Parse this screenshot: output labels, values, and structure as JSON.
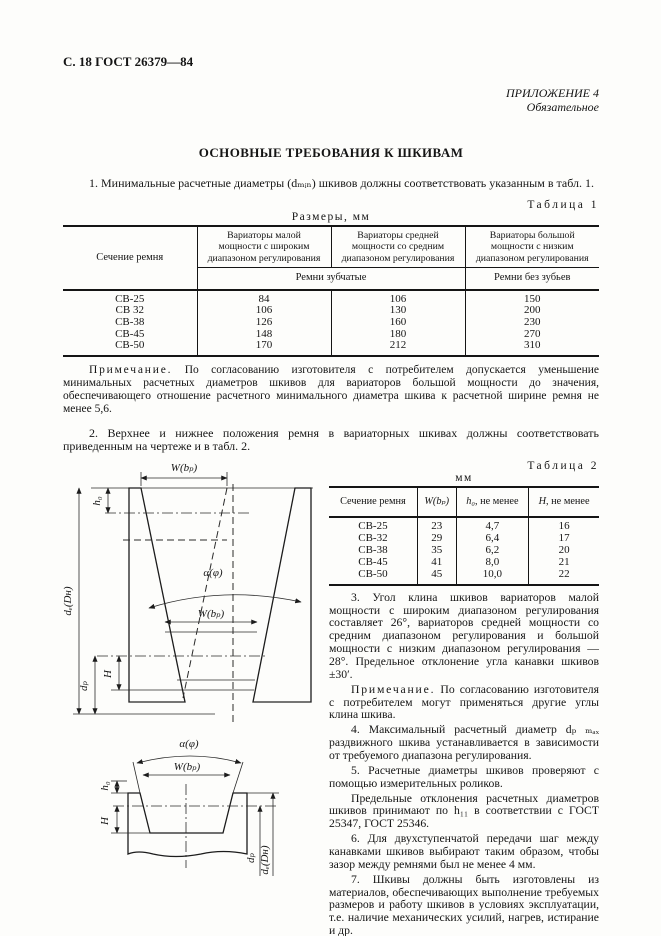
{
  "page": {
    "header": "С. 18 ГОСТ 26379—84",
    "appendix_label": "ПРИЛОЖЕНИЕ 4",
    "appendix_type": "Обязательное",
    "title": "ОСНОВНЫЕ ТРЕБОВАНИЯ К ШКИВАМ",
    "para1": "1. Минимальные расчетные диаметры (dₘᵢₙ) шкивов должны соответствовать указанным в табл. 1.",
    "para2": "2. Верхнее и нижнее положения ремня в вариаторных шкивах должны соответствовать приведенным на чертеже и в табл. 2."
  },
  "table1": {
    "caption": "Таблица 1",
    "units": "Размеры, мм",
    "col_section": "Сечение ремня",
    "col_small": "Вариаторы малой мощности с широким диапазоном регулирования",
    "col_medium": "Вариаторы средней мощности со средним диапазоном регулирования",
    "col_large": "Вариаторы большой мощности с низким диапазоном регулирования",
    "sub_toothed": "Ремни зубчатые",
    "sub_toothless": "Ремни без зубьев",
    "rows": [
      [
        "СВ-25",
        "84",
        "106",
        "150"
      ],
      [
        "СВ 32",
        "106",
        "130",
        "200"
      ],
      [
        "СВ-38",
        "126",
        "160",
        "230"
      ],
      [
        "СВ-45",
        "148",
        "180",
        "270"
      ],
      [
        "СВ-50",
        "170",
        "212",
        "310"
      ]
    ],
    "note_label": "Примечание.",
    "note_text": "По согласованию изготовителя с потребителем допускается уменьшение минимальных расчетных диаметров шкивов для вариаторов большой мощности до значения, обеспечивающего отношение расчетного минимального диаметра шкива к расчетной ширине ремня не менее 5,6."
  },
  "table2": {
    "caption": "Таблица 2",
    "units": "мм",
    "col_section": "Сечение ремня",
    "col_w": "W(bₚ)",
    "col_h0_sym": "h₀",
    "col_h0_rest": ", не менее",
    "col_H_sym": "H",
    "col_H_rest": ", не менее",
    "rows": [
      [
        "СВ-25",
        "23",
        "4,7",
        "16"
      ],
      [
        "СВ-32",
        "29",
        "6,4",
        "17"
      ],
      [
        "СВ-38",
        "35",
        "6,2",
        "20"
      ],
      [
        "СВ-45",
        "41",
        "8,0",
        "21"
      ],
      [
        "СВ-50",
        "45",
        "10,0",
        "22"
      ]
    ]
  },
  "notes": {
    "para3": "3. Угол клина шкивов вариаторов малой мощности с широким диапазоном регулирования составляет 26°, вариаторов средней мощности со средним диапазоном регулирования и большой мощности с низким диапазоном регулирования — 28°. Предельное отклонение угла канавки шкивов ±30′.",
    "note2_label": "Примечание.",
    "note2_text": "По согласованию изготовителя с потребителем могут применяться другие углы клина шкива.",
    "para4": "4. Максимальный расчетный диаметр dₚ ₘₐₓ раздвижного шкива устанавливается в зависимости от требуемого диапазона регулирования.",
    "para5": "5. Расчетные диаметры шкивов проверяют с помощью измерительных роликов.",
    "para5b": "Предельные отклонения расчетных диаметров шкивов принимают по h₁₁ в соответствии с ГОСТ 25347, ГОСТ 25346.",
    "para6": "6. Для двухступенчатой передачи шаг между канавками шкивов выбирают таким образом, чтобы зазор между ремнями был не менее 4 мм.",
    "para7": "7. Шкивы должны быть изготовлены из материалов, обеспечивающих выполнение требуемых размеров и работу шкивов в условиях эксплуатации, т.е. наличие механических усилий, нагрев, истирание и др."
  },
  "figure": {
    "w_top": "W(bₚ)",
    "w_inner": "W(bₚ)",
    "h0": "h₀",
    "alpha": "α(φ)",
    "de": "dₑ(Dн)",
    "H": "H",
    "dp": "dₚ"
  }
}
